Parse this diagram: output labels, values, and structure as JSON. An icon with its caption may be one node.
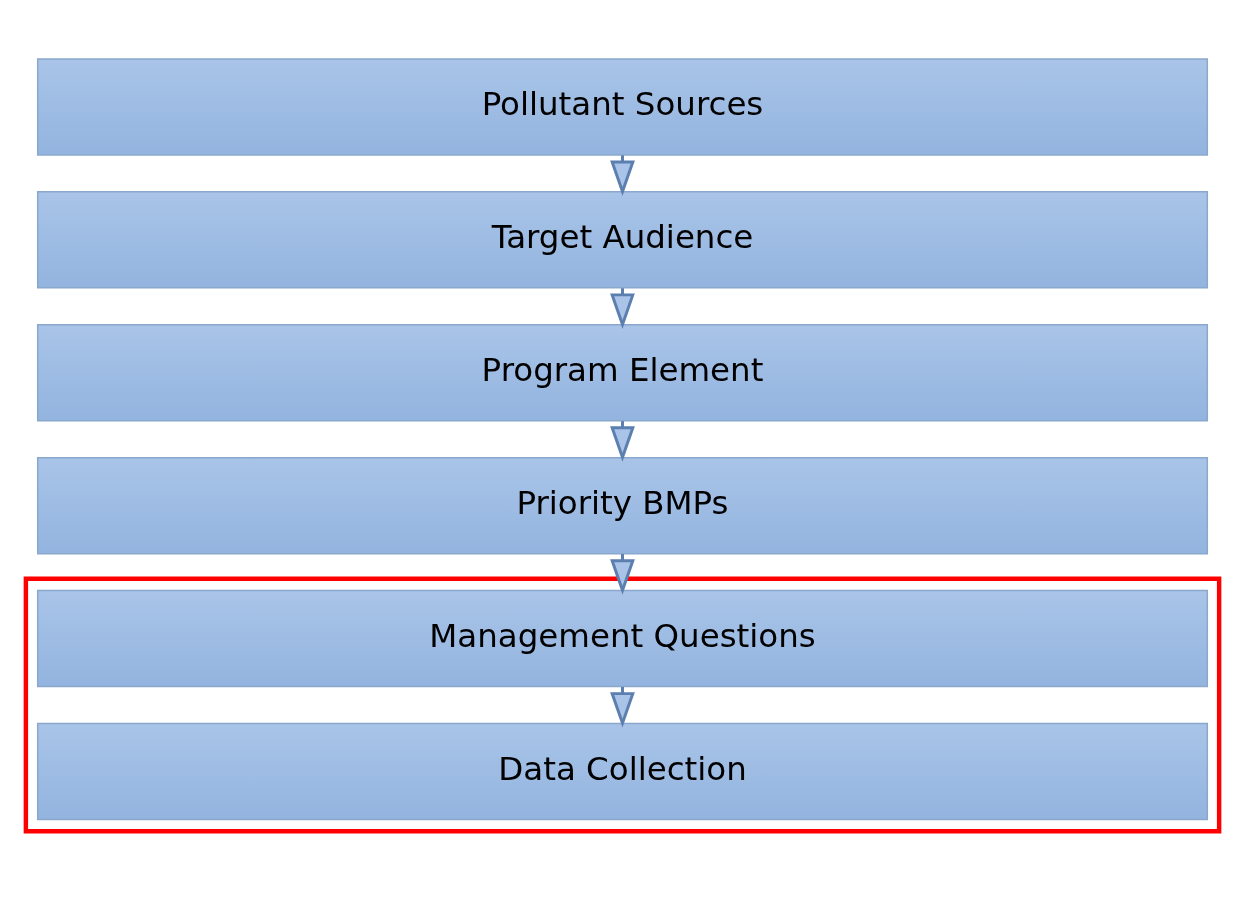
{
  "diagram": {
    "nodes": [
      {
        "text": [
          "Pollutant Sources"
        ]
      },
      {
        "text": [
          "Target Audience"
        ]
      },
      {
        "text": [
          "Program Element"
        ]
      },
      {
        "text": [
          "Priority BMPs"
        ]
      },
      {
        "text": [],
        "shape": "box"
      },
      {
        "text": [
          "Management Questions"
        ],
        "in": 4
      },
      {
        "text": [
          "Data Collection"
        ],
        "in": 4
      }
    ],
    "edges": [
      {
        "from": 0,
        "to": 1,
        "arrow": "to"
      },
      {
        "from": 1,
        "to": 2,
        "arrow": "to"
      },
      {
        "from": 2,
        "to": 3,
        "arrow": "to"
      },
      {
        "from": 3,
        "to": 5,
        "arrow": "to"
      },
      {
        "from": 5,
        "to": 6,
        "arrow": "to"
      }
    ]
  }
}
